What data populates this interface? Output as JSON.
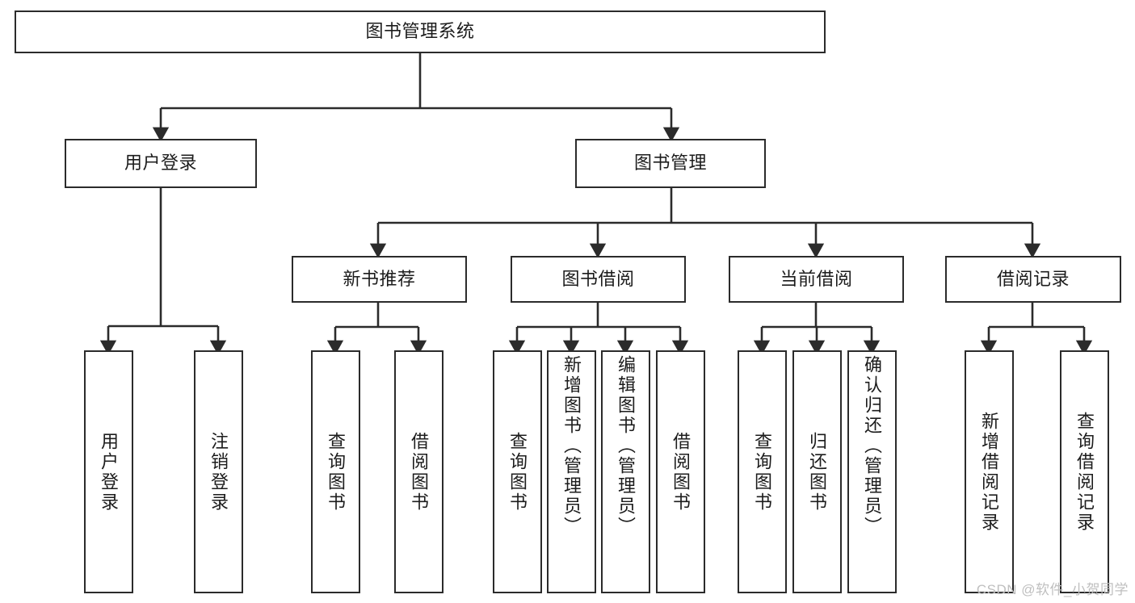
{
  "diagram": {
    "type": "tree-hierarchy",
    "title": "图书管理系统",
    "watermark": "CSDN @软件_小贺同学",
    "colors": {
      "box_border": "#2b2b2b",
      "box_fill": "#ffffff",
      "connector": "#2b2b2b",
      "text": "#1c1c1c",
      "watermark": "#bfbfbf",
      "background": "#ffffff"
    },
    "levels": {
      "root": {
        "label": "图书管理系统"
      },
      "level2": [
        {
          "id": "user-login",
          "label": "用户登录"
        },
        {
          "id": "book-manage",
          "label": "图书管理"
        }
      ],
      "level3": [
        {
          "id": "new-book-recommend",
          "label": "新书推荐",
          "parent": "book-manage"
        },
        {
          "id": "book-borrow",
          "label": "图书借阅",
          "parent": "book-manage"
        },
        {
          "id": "current-borrow",
          "label": "当前借阅",
          "parent": "book-manage"
        },
        {
          "id": "borrow-record",
          "label": "借阅记录",
          "parent": "book-manage"
        }
      ],
      "leaves": {
        "user-login": [
          {
            "id": "leaf-user-login",
            "label": "用户登录"
          },
          {
            "id": "leaf-user-logout",
            "label": "注销登录"
          }
        ],
        "new-book-recommend": [
          {
            "id": "leaf-query-book-1",
            "label": "查询图书"
          },
          {
            "id": "leaf-borrow-book-1",
            "label": "借阅图书"
          }
        ],
        "book-borrow": [
          {
            "id": "leaf-query-book-2",
            "label": "查询图书"
          },
          {
            "id": "leaf-add-book",
            "label": "新增图书（管理员）"
          },
          {
            "id": "leaf-edit-book",
            "label": "编辑图书（管理员）"
          },
          {
            "id": "leaf-borrow-book-2",
            "label": "借阅图书"
          }
        ],
        "current-borrow": [
          {
            "id": "leaf-query-book-3",
            "label": "查询图书"
          },
          {
            "id": "leaf-return-book",
            "label": "归还图书"
          },
          {
            "id": "leaf-confirm-return",
            "label": "确认归还（管理员）"
          }
        ],
        "borrow-record": [
          {
            "id": "leaf-add-record",
            "label": "新增借阅记录"
          },
          {
            "id": "leaf-query-record",
            "label": "查询借阅记录"
          }
        ]
      }
    }
  }
}
